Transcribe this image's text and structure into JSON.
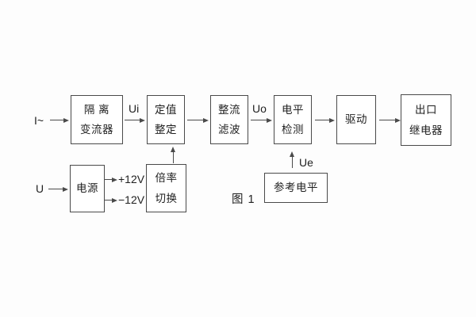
{
  "diagram": {
    "caption": "图 1",
    "blocks": {
      "isolation": {
        "line1": "隔 离",
        "line2": "变流器"
      },
      "setting": {
        "line1": "定值",
        "line2": "整定"
      },
      "rectifier": {
        "line1": "整流",
        "line2": "滤波"
      },
      "level_detect": {
        "line1": "电平",
        "line2": "检测"
      },
      "drive": {
        "label": "驱动"
      },
      "output_relay": {
        "line1": "出口",
        "line2": "继电器"
      },
      "power": {
        "label": "电源"
      },
      "ratio_switch": {
        "line1": "倍率",
        "line2": "切换"
      },
      "reference_level": {
        "label": "参考电平"
      }
    },
    "signals": {
      "input_current": "I~",
      "ui": "Ui",
      "uo": "Uo",
      "ue": "Ue",
      "input_voltage": "U",
      "plus_rail": "+12V",
      "minus_rail": "−12V"
    },
    "colors": {
      "line": "#4a4a4a",
      "text": "#1f1f1f",
      "background": "#fdfdfd"
    }
  }
}
